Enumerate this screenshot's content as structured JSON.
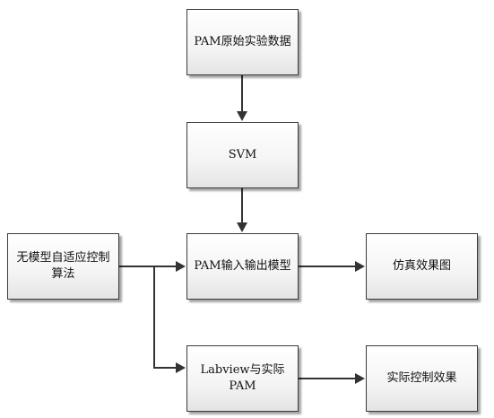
{
  "nodes": {
    "raw_data": "PAM原始实验数据",
    "svm": "SVM",
    "io_model": "PAM输入输出模型",
    "simulation": "仿真效果图",
    "controller_line1": "无模型自适应控制",
    "controller_line2": "算法",
    "labview": "Labview与实际PAM",
    "control_effect": "实际控制效果"
  }
}
